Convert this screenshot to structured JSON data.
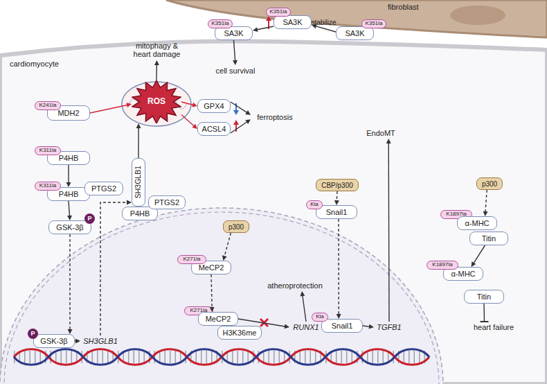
{
  "diagram": {
    "nodes": [
      {
        "text": [
          "K351la"
        ]
      },
      {
        "text": [
          "SA3K"
        ]
      },
      {
        "text": [
          "K351la"
        ]
      },
      {
        "text": [
          "SA3K"
        ]
      },
      {
        "text": [
          "SA3K"
        ]
      },
      {
        "text": [
          "K351la"
        ]
      },
      {
        "text": [
          "cell survival"
        ]
      },
      {
        "text": [
          "mitophagy & heart damage"
        ]
      },
      {
        "text": [
          "K241la"
        ]
      },
      {
        "text": [
          "MDH2"
        ]
      },
      {
        "text": [
          "ROS"
        ]
      },
      {
        "text": [
          "GPX4"
        ]
      },
      {
        "text": [
          "ACSL4"
        ]
      },
      {
        "text": [
          "ferroptosis"
        ]
      },
      {
        "text": [
          "K311la"
        ]
      },
      {
        "text": [
          "P4HB"
        ]
      },
      {
        "text": [
          "K311la"
        ]
      },
      {
        "text": [
          "P4HB"
        ]
      },
      {
        "text": [
          "PTGS2"
        ]
      },
      {
        "text": [
          "GSK-3β"
        ]
      },
      {
        "text": [
          "P"
        ]
      },
      {
        "text": [
          "SH3GLB1"
        ]
      },
      {
        "text": [
          "P4HB"
        ]
      },
      {
        "text": [
          "PTGS2"
        ]
      },
      {
        "text": [
          "CBP/p300"
        ]
      },
      {
        "text": [
          "Kla"
        ]
      },
      {
        "text": [
          "Snail1"
        ]
      },
      {
        "text": [
          "EndoMT"
        ]
      },
      {
        "text": [
          "p300"
        ]
      },
      {
        "text": [
          "K1897la"
        ]
      },
      {
        "text": [
          "α-MHC"
        ]
      },
      {
        "text": [
          "Titin"
        ]
      },
      {
        "text": [
          "K1897la"
        ]
      },
      {
        "text": [
          "α-MHC"
        ]
      },
      {
        "text": [
          "Titin"
        ]
      },
      {
        "text": [
          "heart failure"
        ]
      },
      {
        "text": [
          "p300"
        ]
      },
      {
        "text": [
          "K271la"
        ]
      },
      {
        "text": [
          "MeCP2"
        ]
      },
      {
        "text": [
          "atheroprotection"
        ]
      },
      {
        "text": [
          "P"
        ]
      },
      {
        "text": [
          "GSK-3β"
        ]
      },
      {
        "text": [
          "SH3GLB1"
        ]
      },
      {
        "text": [
          "K271la"
        ]
      },
      {
        "text": [
          "MeCP2"
        ]
      },
      {
        "text": [
          "H3K36me"
        ]
      },
      {
        "text": [
          "RUNX1"
        ]
      },
      {
        "text": [
          "Kla"
        ]
      },
      {
        "text": [
          "Snail1"
        ]
      },
      {
        "text": [
          "TGFB1"
        ]
      }
    ],
    "edges": [
      {
        "from": 4,
        "to": 1,
        "label": "stabilize",
        "arrow": "to"
      },
      {
        "from": 1,
        "to": 3,
        "arrow": "to"
      },
      {
        "from": 3,
        "to": 6,
        "arrow": "to"
      },
      {
        "from": 9,
        "to": 10,
        "arrow": "to"
      },
      {
        "from": 10,
        "to": 7,
        "arrow": "to"
      },
      {
        "from": 10,
        "to": 11,
        "arrow": "to"
      },
      {
        "from": 10,
        "to": 12,
        "arrow": "to"
      },
      {
        "from": 11,
        "to": 13,
        "arrow": "to"
      },
      {
        "from": 12,
        "to": 13,
        "arrow": "to"
      },
      {
        "from": 15,
        "to": 17,
        "arrow": "to"
      },
      {
        "from": 17,
        "to": 19,
        "arrow": "to"
      },
      {
        "from": 19,
        "to": 41,
        "arrow": "to"
      },
      {
        "from": 41,
        "to": 42,
        "arrow": "to"
      },
      {
        "from": 42,
        "to": 21,
        "arrow": "to"
      },
      {
        "from": 21,
        "to": 10,
        "arrow": "to"
      },
      {
        "from": 36,
        "to": 38,
        "arrow": "to"
      },
      {
        "from": 38,
        "to": 44,
        "arrow": "to"
      },
      {
        "from": 44,
        "to": 46,
        "arrow": "to"
      },
      {
        "from": 46,
        "to": 39,
        "arrow": "to"
      },
      {
        "from": 24,
        "to": 26,
        "arrow": "to"
      },
      {
        "from": 26,
        "to": 48,
        "arrow": "to"
      },
      {
        "from": 48,
        "to": 49,
        "arrow": "to"
      },
      {
        "from": 49,
        "to": 27,
        "arrow": "to"
      },
      {
        "from": 28,
        "to": 30,
        "arrow": "to"
      },
      {
        "from": 31,
        "to": 33,
        "arrow": "to"
      },
      {
        "from": 34,
        "to": 35,
        "arrow": "to"
      }
    ],
    "labels": [
      "fibroblast",
      "cardiomyocyte"
    ]
  }
}
